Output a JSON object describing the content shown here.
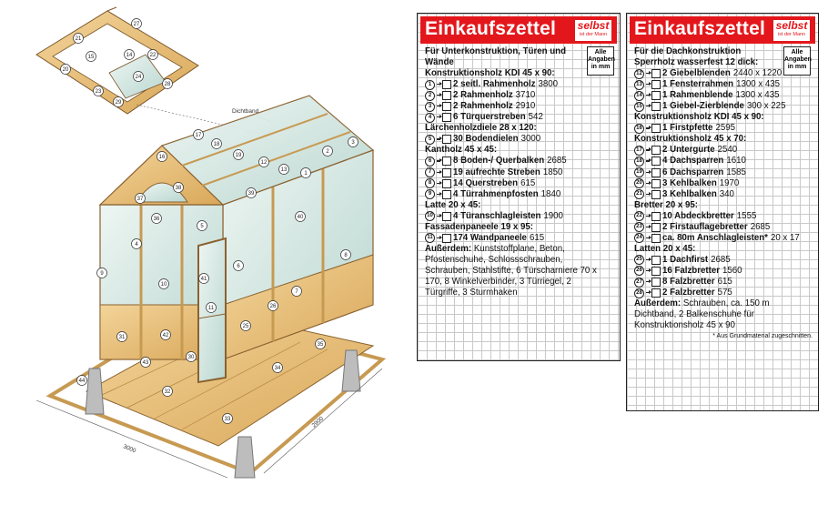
{
  "diagram": {
    "dichtband_label": "Dichtband",
    "dim_width": "3000",
    "dim_depth": "2900",
    "markers": [
      "21",
      "27",
      "20",
      "28",
      "23",
      "29",
      "24",
      "22",
      "14",
      "15",
      "16",
      "17",
      "18",
      "19",
      "12",
      "13",
      "1",
      "2",
      "3",
      "4",
      "5",
      "6",
      "7",
      "8",
      "9",
      "10",
      "11",
      "25",
      "26",
      "30",
      "31",
      "32",
      "33",
      "34",
      "35",
      "36",
      "37",
      "38",
      "39",
      "40",
      "41",
      "42",
      "43",
      "44"
    ]
  },
  "left_card": {
    "title": "Einkaufszettel",
    "brand_name": "selbst",
    "brand_sub": "ist der Mann",
    "note": [
      "Alle",
      "Angaben",
      "in mm"
    ],
    "intro": "Für Unterkonstruktion, Türen und Wände",
    "sections": [
      {
        "heading": "Konstruktionsholz KDI 45 x 90:",
        "items": [
          {
            "n": "1",
            "label": "2 seitl. Rahmenholz",
            "len": "3800"
          },
          {
            "n": "2",
            "label": "2 Rahmenholz",
            "len": "3710"
          },
          {
            "n": "3",
            "label": "2 Rahmenholz",
            "len": "2910"
          },
          {
            "n": "4",
            "label": "6 Türquerstreben",
            "len": "542"
          }
        ]
      },
      {
        "heading": "Lärchenholzdiele 28 x 120:",
        "items": [
          {
            "n": "5",
            "label": "30 Bodendielen",
            "len": "3000"
          }
        ]
      },
      {
        "heading": "Kantholz 45 x 45:",
        "items": [
          {
            "n": "6",
            "label": "8 Boden-/ Querbalken",
            "len": "2685"
          },
          {
            "n": "7",
            "label": "19 aufrechte Streben",
            "len": "1850"
          },
          {
            "n": "8",
            "label": "14 Querstreben",
            "len": "615"
          },
          {
            "n": "9",
            "label": "4 Türrahmenpfosten",
            "len": "1840"
          }
        ]
      },
      {
        "heading": "Latte 20 x 45:",
        "items": [
          {
            "n": "10",
            "label": "4 Türanschlagleisten",
            "len": "1900"
          }
        ]
      },
      {
        "heading": "Fassadenpaneele 19 x 95:",
        "items": [
          {
            "n": "11",
            "label": "174 Wandpaneele",
            "len": "615"
          }
        ]
      }
    ],
    "ausserdem_label": "Außerdem:",
    "ausserdem_text": "Kunststoffplane, Beton, Pfostenschuhe, Schlossschrauben, Schrauben, Stahlstifte, 6 Türscharniere 70 x 170, 8 Winkelverbinder, 3 Türriegel, 2 Türgriffe, 3 Sturmhaken"
  },
  "right_card": {
    "title": "Einkaufszettel",
    "brand_name": "selbst",
    "brand_sub": "ist der Mann",
    "note": [
      "Alle",
      "Angaben",
      "in mm"
    ],
    "intro": "Für die Dachkonstruktion",
    "sections": [
      {
        "heading": "Sperrholz wasserfest 12 dick:",
        "items": [
          {
            "n": "12",
            "label": "2 Giebelblenden",
            "len": "2440 x 1220"
          },
          {
            "n": "13",
            "label": "1 Fensterrahmen",
            "len": "1300 x 435"
          },
          {
            "n": "14",
            "label": "1 Rahmenblende",
            "len": "1300 x 435"
          },
          {
            "n": "15",
            "label": "1 Giebel-Zierblende",
            "len": "300 x 225"
          }
        ]
      },
      {
        "heading": "Konstruktionsholz KDI 45 x 90:",
        "items": [
          {
            "n": "16",
            "label": "1 Firstpfette",
            "len": "2595"
          }
        ]
      },
      {
        "heading": "Konstruktionsholz 45 x 70:",
        "items": [
          {
            "n": "17",
            "label": "2 Untergurte",
            "len": "2540"
          },
          {
            "n": "18",
            "label": "4 Dachsparren",
            "len": "1610"
          },
          {
            "n": "19",
            "label": "6 Dachsparren",
            "len": "1585"
          },
          {
            "n": "20",
            "label": "3 Kehlbalken",
            "len": "1970"
          },
          {
            "n": "21",
            "label": "3 Kehlbalken",
            "len": "340"
          }
        ]
      },
      {
        "heading": "Bretter 20 x 95:",
        "items": [
          {
            "n": "22",
            "label": "10 Abdeckbretter",
            "len": "1555"
          },
          {
            "n": "23",
            "label": "2 Firstauflagebretter",
            "len": "2685"
          },
          {
            "n": "24",
            "label": "ca. 80m Anschlagleisten*",
            "len": "20 x 17"
          }
        ]
      },
      {
        "heading": "Latten 20 x 45:",
        "items": [
          {
            "n": "25",
            "label": "1 Dachfirst",
            "len": "2685"
          },
          {
            "n": "26",
            "label": "16 Falzbretter",
            "len": "1560"
          },
          {
            "n": "27",
            "label": "8 Falzbretter",
            "len": "615"
          },
          {
            "n": "28",
            "label": "2 Falzbretter",
            "len": "575"
          }
        ]
      }
    ],
    "ausserdem_label": "Außerdem:",
    "ausserdem_text": "Schrauben, ca. 150 m Dichtband, 2 Balkenschuhe für Konstruktionsholz 45 x 90",
    "footnote": "* Aus Grundmaterial zugeschnitten."
  }
}
